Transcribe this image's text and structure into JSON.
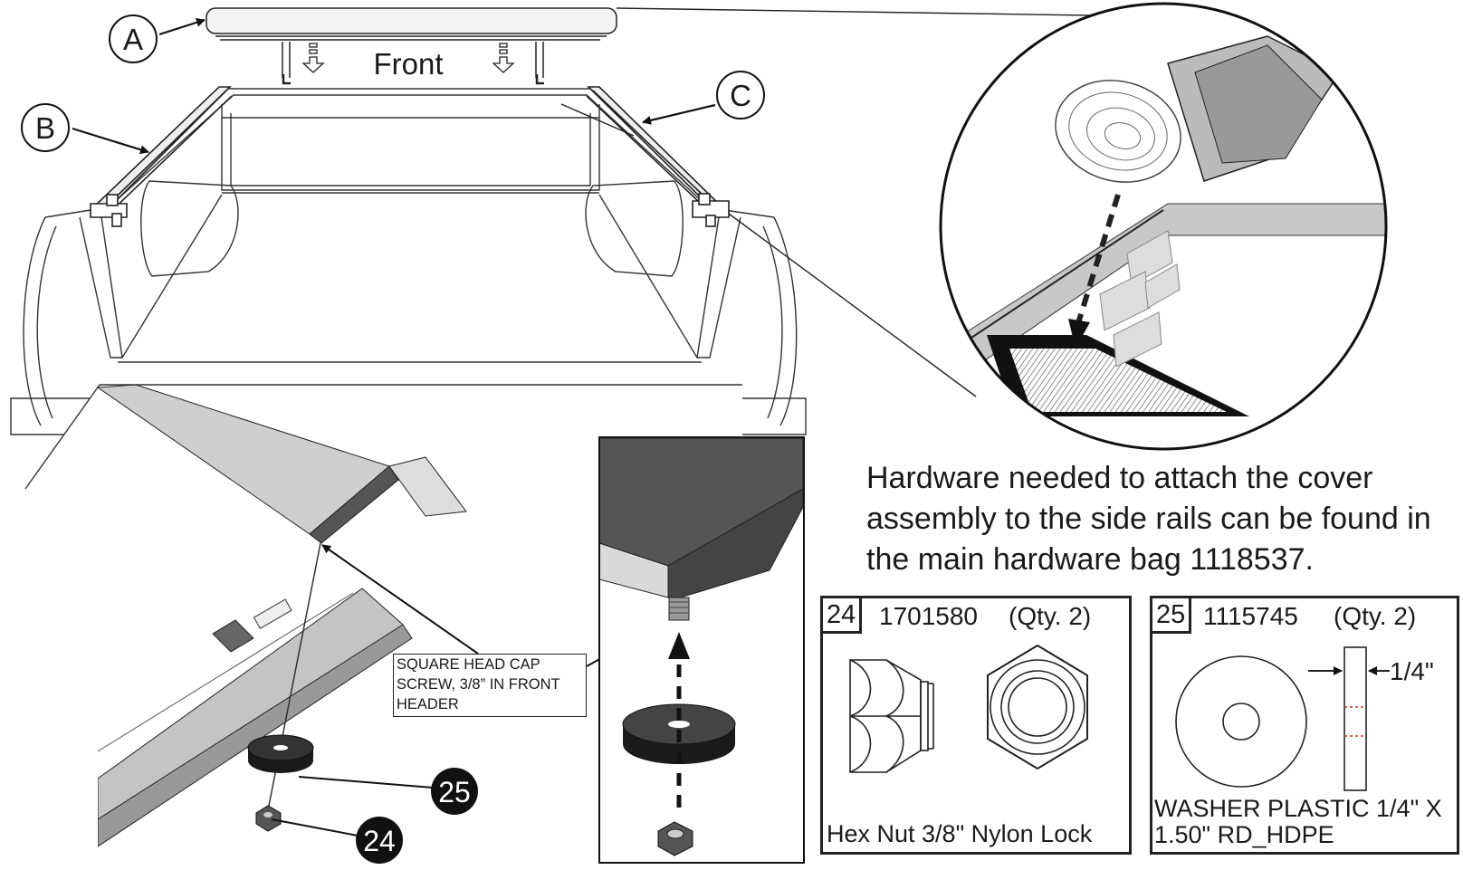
{
  "labels": {
    "a": "A",
    "b": "B",
    "c": "C",
    "front": "Front"
  },
  "callout_text": "SQUARE HEAD CAP SCREW, 3/8” IN FRONT HEADER",
  "part_markers": {
    "p25": "25",
    "p24": "24"
  },
  "note": "Hardware needed to attach the cover assembly to the side rails can be found in the main hardware bag 1118537.",
  "hardware": [
    {
      "num": "24",
      "part_number": "1701580",
      "qty": "(Qty. 2)",
      "description": "Hex Nut 3/8\" Nylon Lock"
    },
    {
      "num": "25",
      "part_number": "1115745",
      "qty": "(Qty. 2)",
      "description": "WASHER PLASTIC 1/4\" X 1.50\" RD_HDPE",
      "dimension": "1/4\""
    }
  ]
}
